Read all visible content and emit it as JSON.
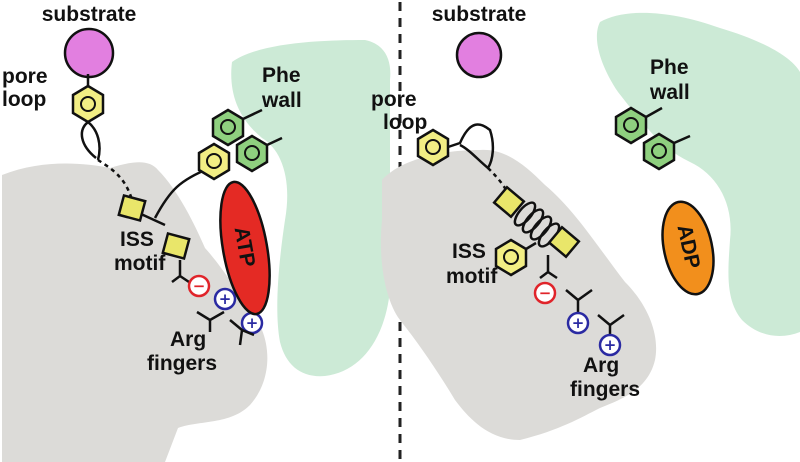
{
  "colors": {
    "protein": "#dcdbd8",
    "phe_wall": "#ccead6",
    "substrate": "#e27fe0",
    "aromatic_yellow": "#f2ee84",
    "aromatic_green": "#8fd07f",
    "iss_box": "#e9e66a",
    "atp": "#e42a24",
    "adp": "#f28f1c",
    "neg_charge": "#e0242a",
    "pos_charge": "#2a2aa2"
  },
  "left_panel": {
    "substrate": "substrate",
    "pore_loop_1": "pore",
    "pore_loop_2": "loop",
    "phe_wall_1": "Phe",
    "phe_wall_2": "wall",
    "iss_1": "ISS",
    "iss_2": "motif",
    "nucleotide": "ATP",
    "arg_1": "Arg",
    "arg_2": "fingers",
    "neg": "−",
    "pos": "+"
  },
  "right_panel": {
    "substrate": "substrate",
    "pore_loop_1": "pore",
    "pore_loop_2": "loop",
    "phe_wall_1": "Phe",
    "phe_wall_2": "wall",
    "iss_1": "ISS",
    "iss_2": "motif",
    "nucleotide": "ADP",
    "arg_1": "Arg",
    "arg_2": "fingers",
    "neg": "−",
    "pos": "+"
  }
}
